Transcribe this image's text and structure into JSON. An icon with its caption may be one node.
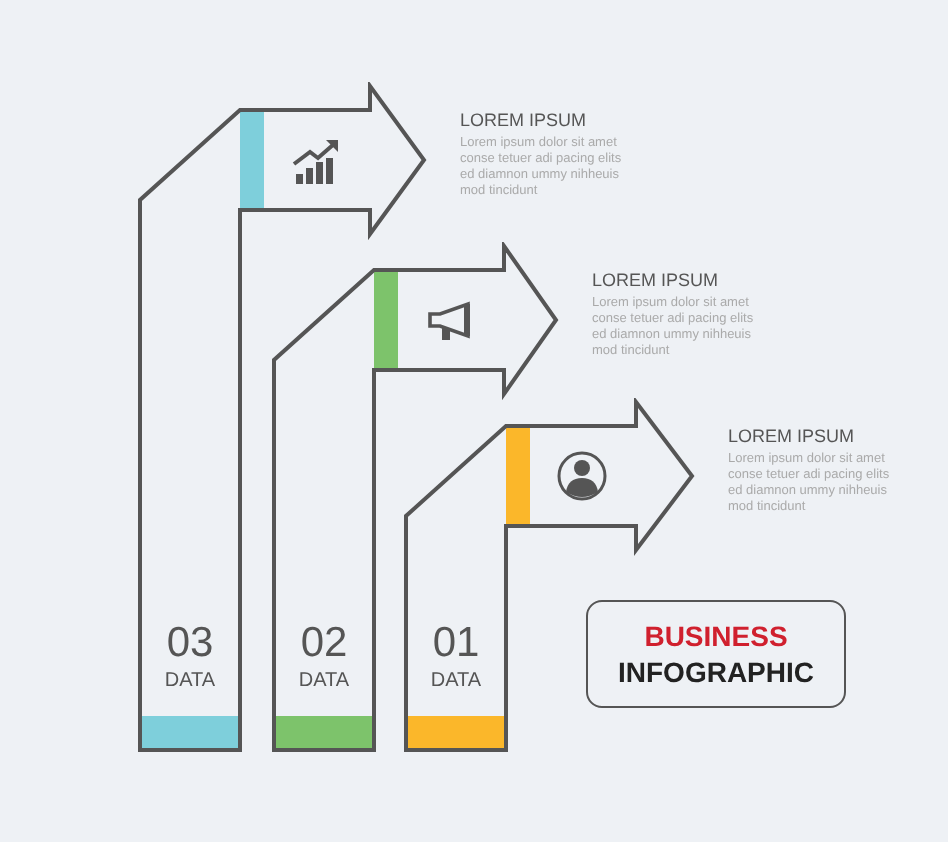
{
  "diagram": {
    "nodes": [
      {
        "text": [
          "03",
          "DATA"
        ],
        "beside": [
          "LOREM IPSUM",
          "Lorem ipsum dolor sit amet conse tetuer adi pacing elits ed diamnon ummy nihheuis mod tincidunt"
        ]
      },
      {
        "text": [
          "02",
          "DATA"
        ],
        "beside": [
          "LOREM IPSUM",
          "Lorem ipsum dolor sit amet conse tetuer adi pacing elits ed diamnon ummy nihheuis mod tincidunt"
        ]
      },
      {
        "text": [
          "01",
          "DATA"
        ],
        "beside": [
          "LOREM IPSUM",
          "Lorem ipsum dolor sit amet conse tetuer adi pacing elits ed diamnon ummy nihheuis mod tincidunt"
        ]
      },
      {
        "text": [
          "BUSINESS",
          "INFOGRAPHIC"
        ]
      }
    ],
    "edges": []
  }
}
